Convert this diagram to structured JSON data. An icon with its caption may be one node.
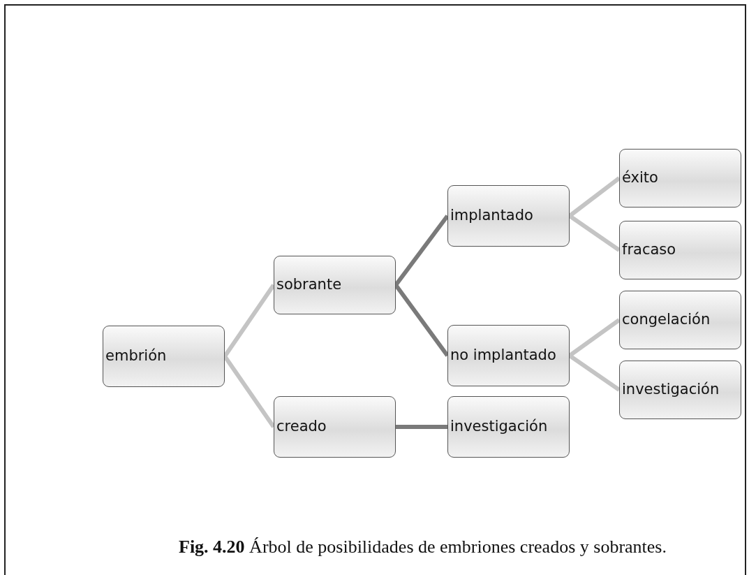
{
  "diagram": {
    "caption": "**Fig. 4.20** Árbol de posibilidades de embriones creados y sobrantes.",
    "nodes": [
      {
        "text": [
          "embrión"
        ]
      },
      {
        "text": [
          "sobrante"
        ]
      },
      {
        "text": [
          "creado"
        ]
      },
      {
        "text": [
          "implantado"
        ]
      },
      {
        "text": [
          "no implantado"
        ]
      },
      {
        "text": [
          "investigación"
        ]
      },
      {
        "text": [
          "éxito"
        ]
      },
      {
        "text": [
          "fracaso"
        ]
      },
      {
        "text": [
          "congelación"
        ]
      },
      {
        "text": [
          "investigación"
        ]
      }
    ],
    "edges": [
      {
        "from": 0,
        "to": 1,
        "arrow": "none"
      },
      {
        "from": 0,
        "to": 2,
        "arrow": "none"
      },
      {
        "from": 1,
        "to": 3,
        "arrow": "none",
        "color": "#7a7a7a"
      },
      {
        "from": 1,
        "to": 4,
        "arrow": "none",
        "color": "#7a7a7a"
      },
      {
        "from": 2,
        "to": 5,
        "arrow": "none",
        "color": "#7a7a7a"
      },
      {
        "from": 3,
        "to": 6,
        "arrow": "none"
      },
      {
        "from": 3,
        "to": 7,
        "arrow": "none"
      },
      {
        "from": 4,
        "to": 8,
        "arrow": "none"
      },
      {
        "from": 4,
        "to": 9,
        "arrow": "none"
      }
    ]
  }
}
